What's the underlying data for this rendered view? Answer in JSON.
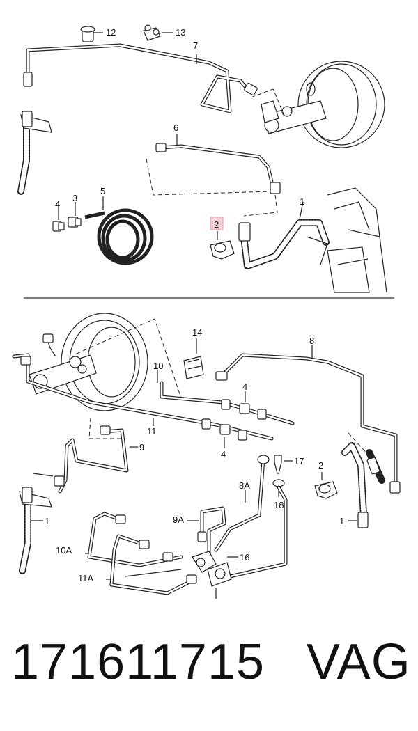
{
  "diagram": {
    "highlight_color": "#e8a0a8",
    "top_labels": {
      "l12": "12",
      "l13": "13",
      "l7": "7",
      "l6": "6",
      "l5": "5",
      "l4": "4",
      "l3": "3",
      "l1": "1",
      "l2": "2"
    },
    "bottom_labels": {
      "l14": "14",
      "l8": "8",
      "l10": "10",
      "l4a": "4",
      "l11": "11",
      "l4b": "4",
      "l9": "9",
      "l17": "17",
      "l2": "2",
      "l8A": "8A",
      "l18": "18",
      "l9A": "9A",
      "l1a": "1",
      "l1b": "1",
      "l10A": "10A",
      "l16": "16",
      "l11A": "11A"
    }
  },
  "footer": {
    "part_number": "171611715",
    "brand": "VAG"
  }
}
